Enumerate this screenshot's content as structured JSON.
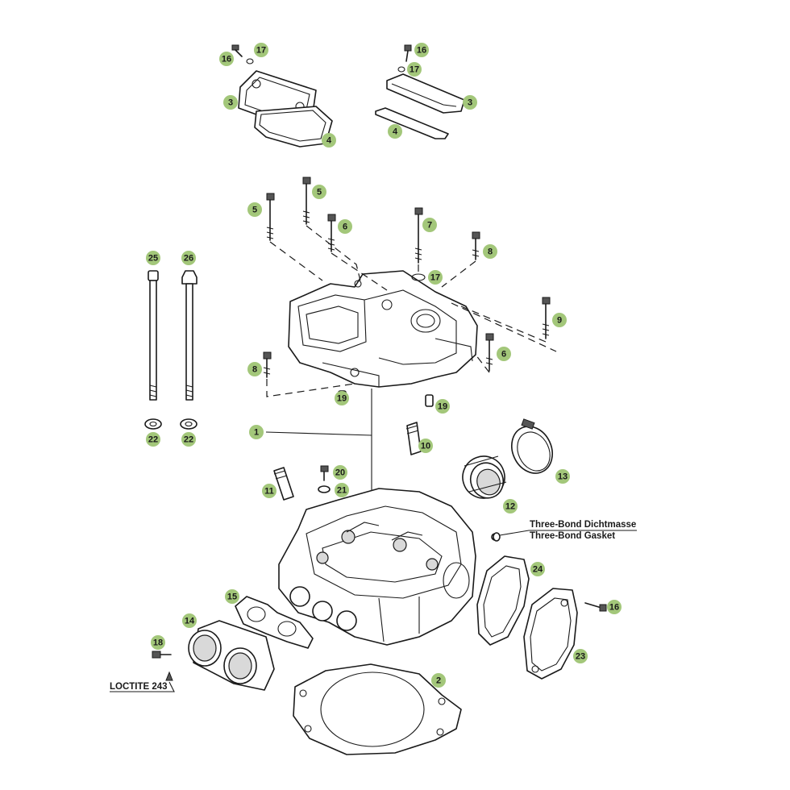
{
  "callouts": [
    {
      "id": "c16a",
      "label": "16"
    },
    {
      "id": "c17a",
      "label": "17"
    },
    {
      "id": "c3a",
      "label": "3"
    },
    {
      "id": "c4a",
      "label": "4"
    },
    {
      "id": "c16b",
      "label": "16"
    },
    {
      "id": "c17b",
      "label": "17"
    },
    {
      "id": "c3b",
      "label": "3"
    },
    {
      "id": "c4b",
      "label": "4"
    },
    {
      "id": "c5a",
      "label": "5"
    },
    {
      "id": "c5b",
      "label": "5"
    },
    {
      "id": "c6a",
      "label": "6"
    },
    {
      "id": "c7",
      "label": "7"
    },
    {
      "id": "c8a",
      "label": "8"
    },
    {
      "id": "c17c",
      "label": "17"
    },
    {
      "id": "c9",
      "label": "9"
    },
    {
      "id": "c6b",
      "label": "6"
    },
    {
      "id": "c8b",
      "label": "8"
    },
    {
      "id": "c25",
      "label": "25"
    },
    {
      "id": "c26",
      "label": "26"
    },
    {
      "id": "c22a",
      "label": "22"
    },
    {
      "id": "c22b",
      "label": "22"
    },
    {
      "id": "c19a",
      "label": "19"
    },
    {
      "id": "c19b",
      "label": "19"
    },
    {
      "id": "c1",
      "label": "1"
    },
    {
      "id": "c10",
      "label": "10"
    },
    {
      "id": "c13",
      "label": "13"
    },
    {
      "id": "c20",
      "label": "20"
    },
    {
      "id": "c21",
      "label": "21"
    },
    {
      "id": "c11",
      "label": "11"
    },
    {
      "id": "c12",
      "label": "12"
    },
    {
      "id": "c24",
      "label": "24"
    },
    {
      "id": "c15",
      "label": "15"
    },
    {
      "id": "c14",
      "label": "14"
    },
    {
      "id": "c16c",
      "label": "16"
    },
    {
      "id": "c18",
      "label": "18"
    },
    {
      "id": "c23",
      "label": "23"
    },
    {
      "id": "c2",
      "label": "2"
    }
  ],
  "notes": {
    "sealant_de": "Three-Bond Dichtmasse",
    "sealant_en": "Three-Bond Gasket",
    "loctite": "LOCTITE 243"
  },
  "colors": {
    "callout_fill": "#a3c77a",
    "line": "#1a1a1a",
    "background": "#ffffff"
  }
}
